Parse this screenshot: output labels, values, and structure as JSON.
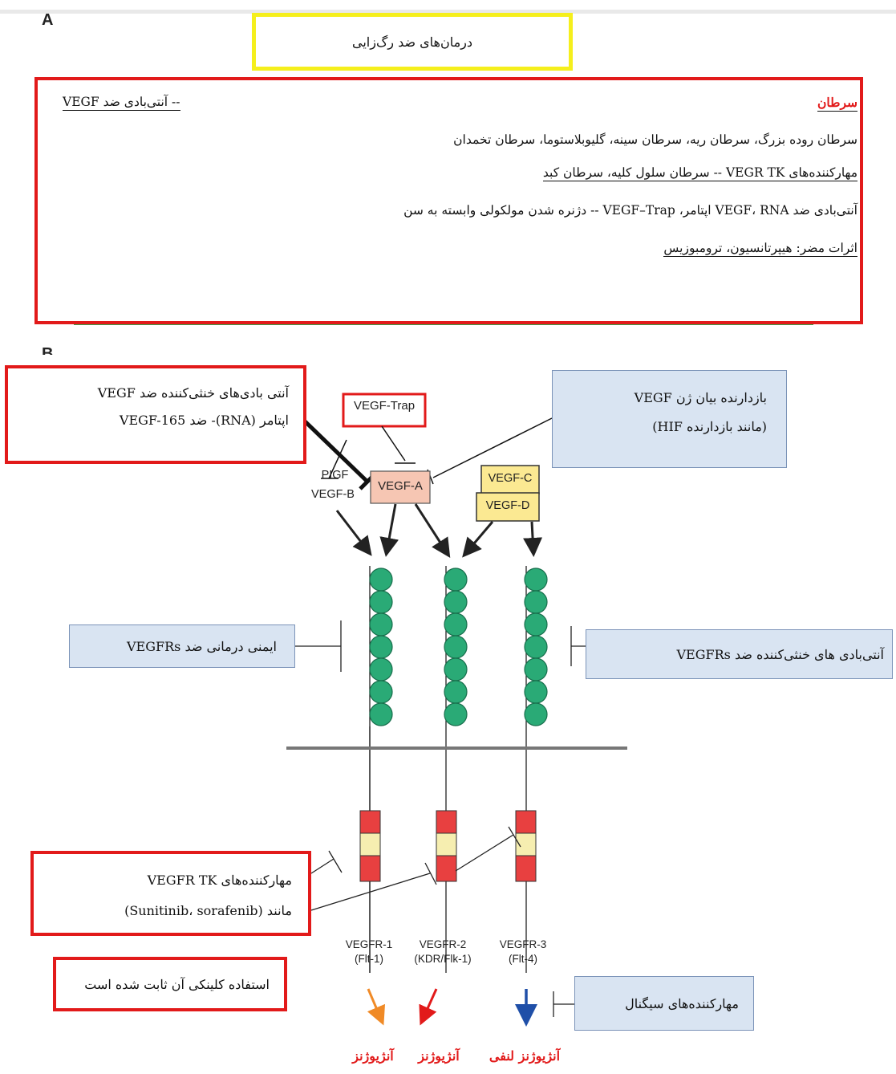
{
  "panel_a": {
    "letter": "A",
    "title": "درمان‌های ضد رگ‌زایی",
    "header_right": "سرطان",
    "header_left": "-- آنتی‌بادی ضد VEGF",
    "line1": "سرطان روده بزرگ، سرطان ریه، سرطان سینه، گلیوبلاستوما، سرطان تخمدان",
    "line2": "مهارکننده‌های VEGR TK -- سرطان سلول کلیه، سرطان کبد",
    "line3": "آنتی‌بادی ضد VEGF، RNA اپتامر، VEGF–Trap -- دژنره شدن مولکولی وابسته به سن",
    "line4": "اثرات مضر: هیپرتانسیون، ترومبوزیس"
  },
  "panel_b": {
    "letter": "B",
    "box_antibodies_line1": "آنتی بادی‌های خنثی‌کننده ضد VEGF",
    "box_antibodies_line2": "اپتامر (RNA)- ضد VEGF-165",
    "box_gene_line1": "بازدارنده بیان ژن VEGF",
    "box_gene_line2": "(مانند بازدارنده HIF)",
    "box_immuno": "ایمنی درمانی ضد VEGFRs",
    "box_neutral_ab": "آنتی‌بادی های خنثی‌کننده ضد VEGFRs",
    "box_tk_line1": "مهارکننده‌های VEGFR TK",
    "box_tk_line2": "مانند (Sunitinib، sorafenib)",
    "box_clinical": "استفاده کلینکی آن ثابت شده است",
    "box_signal": "مهارکننده‌های سیگنال",
    "vegf_trap": "VEGF-Trap",
    "pigf": "PIGF",
    "vegf_b": "VEGF-B",
    "vegf_a": "VEGF-A",
    "vegf_c": "VEGF-C",
    "vegf_d": "VEGF-D",
    "receptors": [
      {
        "name": "VEGFR-1",
        "alias": "(Flt-1)"
      },
      {
        "name": "VEGFR-2",
        "alias": "(KDR/Flk-1)"
      },
      {
        "name": "VEGFR-3",
        "alias": "(Flt-4)"
      }
    ],
    "out_angio_1": "آنژیوژنز",
    "out_angio_2": "آنژیوژنز",
    "out_lymph": "آنژیوژنز لنفی"
  },
  "colors": {
    "red_border": "#e21a1a",
    "yellow_border": "#f5ef1c",
    "blue_box": "#d9e4f2",
    "green_circle": "#2aaa76",
    "vegf_a_fill": "#f6c6b3",
    "vegf_cd_fill": "#fbe992",
    "arrow_orange": "#f08a26",
    "arrow_red": "#e21a1a",
    "arrow_blue": "#1f4fa8"
  }
}
